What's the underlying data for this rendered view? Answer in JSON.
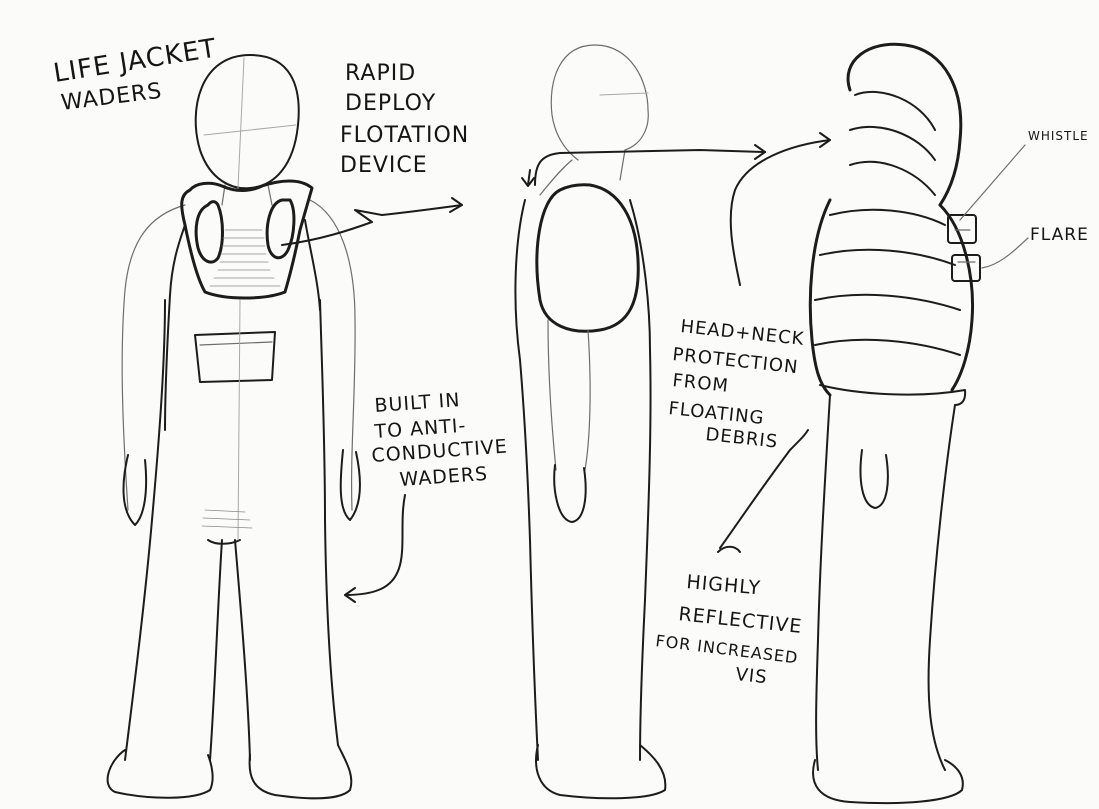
{
  "title_lines": [
    "LIFE JACKET",
    "WADERS"
  ],
  "annotations": {
    "rapid": [
      "RAPID",
      "DEPLOY",
      "FLOTATION",
      "DEVICE"
    ],
    "built_in": [
      "BUILT IN",
      "TO ANTI-",
      "CONDUCTIVE",
      "WADERS"
    ],
    "head_neck": [
      "HEAD+NECK",
      "PROTECTION",
      "FROM",
      "FLOATING",
      "DEBRIS"
    ],
    "reflective": [
      "HIGHLY",
      "REFLECTIVE",
      "FOR INCREASED",
      "VIS"
    ],
    "whistle": "WHISTLE",
    "flare": "FLARE"
  },
  "colors": {
    "ink": "#1c1c1c",
    "paper": "#fbfbfa"
  }
}
